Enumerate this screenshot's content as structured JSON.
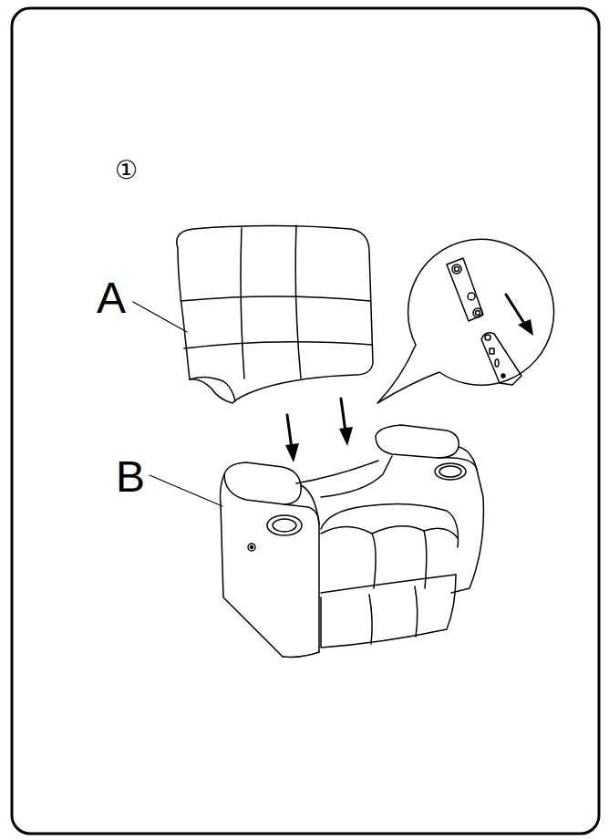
{
  "diagram": {
    "labels": [
      "①",
      "A",
      "B"
    ]
  }
}
